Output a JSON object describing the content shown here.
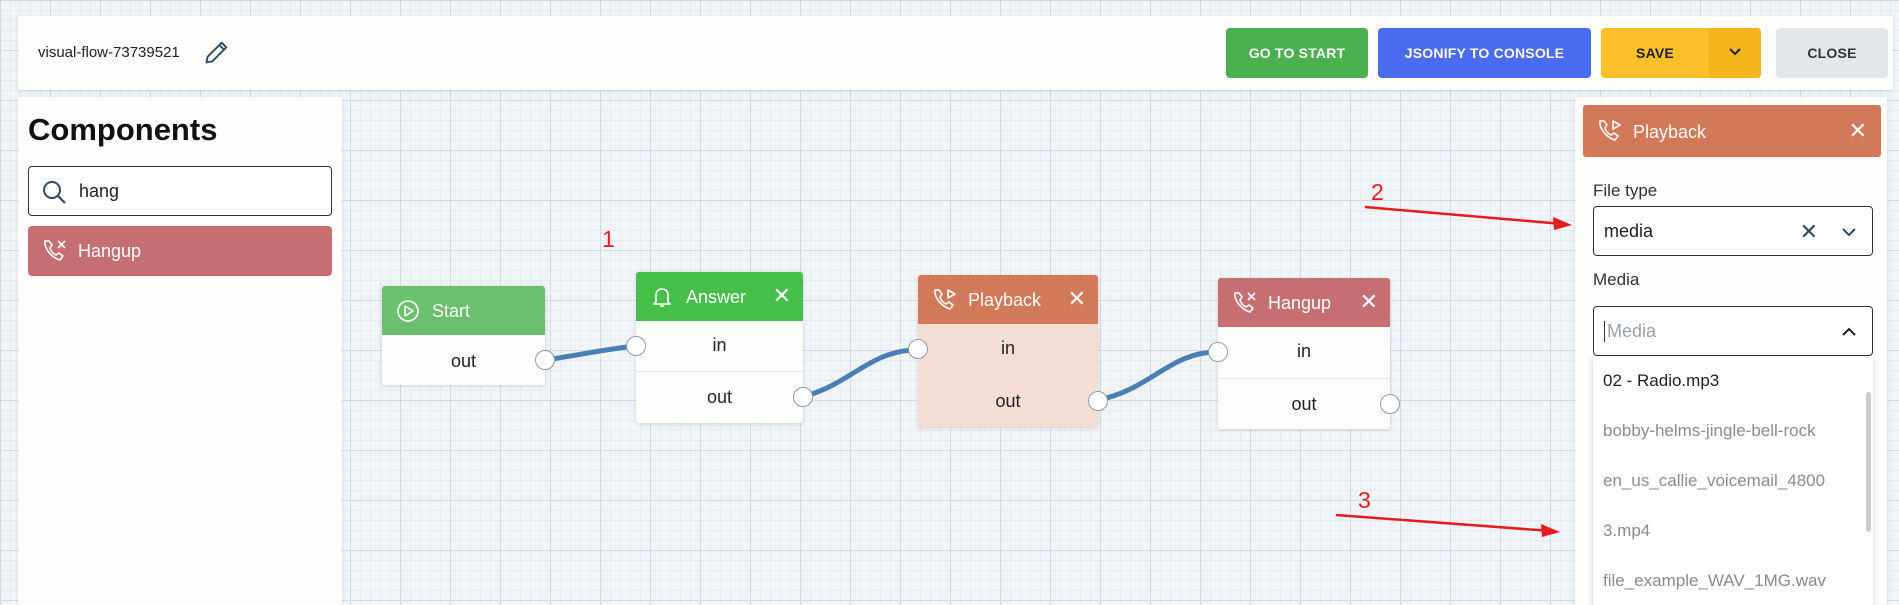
{
  "toolbar": {
    "flow_name": "visual-flow-73739521",
    "go_to_start": "GO TO START",
    "jsonify": "JSONIFY TO CONSOLE",
    "save": "SAVE",
    "save_dropdown_icon": "chevron-down-icon",
    "close": "CLOSE"
  },
  "components_panel": {
    "title": "Components",
    "search_value": "hang",
    "search_icon": "search-icon",
    "items": [
      {
        "label": "Hangup",
        "icon": "phone-hangup-icon",
        "color": "#c56f72"
      }
    ]
  },
  "nodes": [
    {
      "title": "Start",
      "icon": "play-circle-icon",
      "color": "#6cbf6f",
      "ports": [
        "out"
      ]
    },
    {
      "title": "Answer",
      "icon": "bell-icon",
      "color": "#46bf48",
      "ports": [
        "in",
        "out"
      ],
      "close": "✕"
    },
    {
      "title": "Playback",
      "icon": "phone-playback-icon",
      "color": "#d2795a",
      "ports": [
        "in",
        "out"
      ],
      "close": "✕",
      "selected": true
    },
    {
      "title": "Hangup",
      "icon": "phone-hangup-icon",
      "color": "#c56f72",
      "ports": [
        "in",
        "out"
      ],
      "close": "✕"
    }
  ],
  "properties_panel": {
    "title": "Playback",
    "icon": "phone-playback-icon",
    "close": "✕",
    "file_type_label": "File type",
    "file_type_value": "media",
    "clear_icon": "✕",
    "media_label": "Media",
    "media_placeholder": "Media",
    "media_options": [
      "02 - Radio.mp3",
      "bobby-helms-jingle-bell-rock",
      "en_us_callie_voicemail_4800",
      "3.mp4",
      "file_example_WAV_1MG.wav"
    ]
  },
  "annotations": [
    "1",
    "2",
    "3"
  ],
  "colors": {
    "go_to_start": "#4caf50",
    "jsonify": "#4a6cf0",
    "save": "#fbbf2a",
    "wire": "#4a7fb5",
    "annotation": "#e51c1c"
  }
}
